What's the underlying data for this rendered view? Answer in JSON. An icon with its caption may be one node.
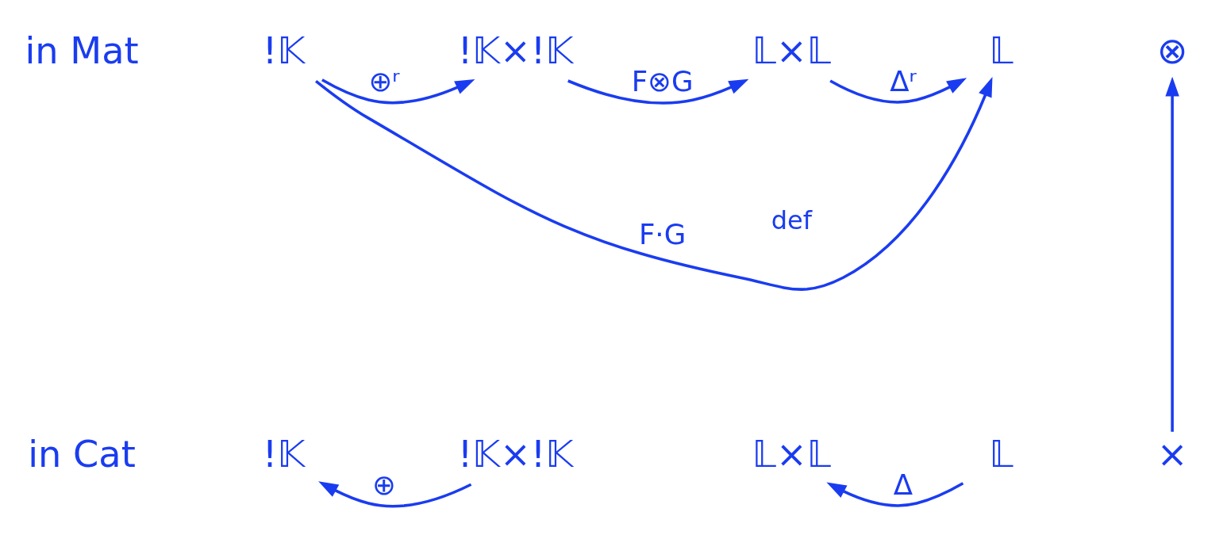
{
  "diagram": {
    "nodes": [
      {
        "text": [
          "!𝕂"
        ]
      },
      {
        "text": [
          "!𝕂×!𝕂"
        ]
      },
      {
        "text": [
          "𝕃×𝕃"
        ]
      },
      {
        "text": [
          "𝕃"
        ]
      },
      {
        "text": [
          "×"
        ]
      },
      {
        "text": [
          "!𝕂"
        ]
      },
      {
        "text": [
          "!𝕂×!𝕂"
        ]
      },
      {
        "text": [
          "𝕃×𝕃"
        ]
      },
      {
        "text": [
          "𝕃"
        ]
      },
      {
        "text": [
          "⊗"
        ]
      }
    ],
    "edges": [
      {
        "from": 1,
        "to": 0,
        "arrow": "to",
        "label": "⊕"
      },
      {
        "from": 3,
        "to": 2,
        "arrow": "to",
        "label": "Δ"
      },
      {
        "from": 4,
        "to": 9,
        "arrow": "to"
      },
      {
        "from": 5,
        "to": 6,
        "arrow": "to",
        "label": "⊕ʳ"
      },
      {
        "from": 6,
        "to": 7,
        "arrow": "to",
        "label": "F⊗G"
      },
      {
        "from": 7,
        "to": 8,
        "arrow": "to",
        "label": "Δʳ"
      },
      {
        "from": 5,
        "to": 8,
        "arrow": "to",
        "label": "F·G"
      }
    ],
    "labels": [
      "in Cat",
      "in Mat",
      "def"
    ]
  }
}
